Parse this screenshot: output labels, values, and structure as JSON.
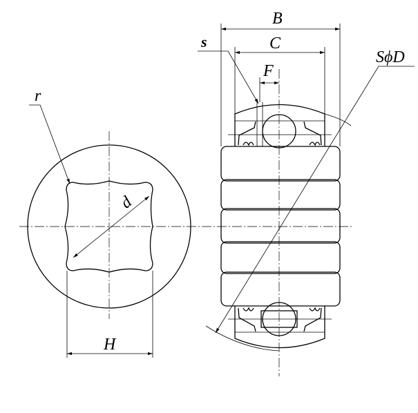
{
  "labels": {
    "r": "r",
    "d": "d",
    "H": "H",
    "B": "B",
    "C": "C",
    "F": "F",
    "s": "s",
    "SphiD": "SϕD"
  }
}
